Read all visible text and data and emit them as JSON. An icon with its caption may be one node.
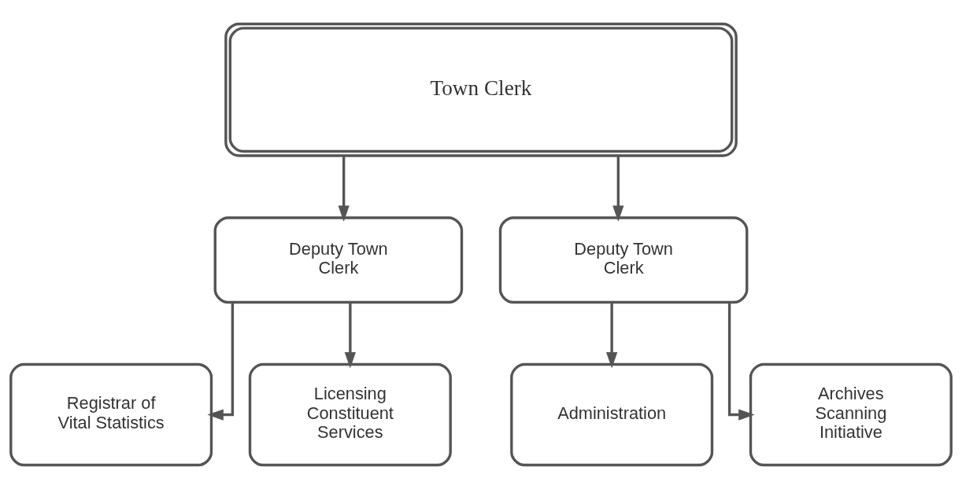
{
  "diagram": {
    "nodes": [
      {
        "text": [
          "Town Clerk"
        ]
      },
      {
        "text": [
          "Deputy Town Clerk"
        ]
      },
      {
        "text": [
          "Deputy Town Clerk"
        ]
      },
      {
        "text": [
          "Registrar of Vital Statistics"
        ]
      },
      {
        "text": [
          "Licensing Constituent Services"
        ]
      },
      {
        "text": [
          "Administration"
        ]
      },
      {
        "text": [
          "Archives Scanning Initiative"
        ]
      }
    ],
    "edges": [
      {
        "from": 0,
        "to": 1,
        "arrow": "to"
      },
      {
        "from": 0,
        "to": 2,
        "arrow": "to"
      },
      {
        "from": 1,
        "to": 3,
        "arrow": "to"
      },
      {
        "from": 1,
        "to": 4,
        "arrow": "to"
      },
      {
        "from": 2,
        "to": 5,
        "arrow": "to"
      },
      {
        "from": 2,
        "to": 6,
        "arrow": "to"
      }
    ]
  }
}
